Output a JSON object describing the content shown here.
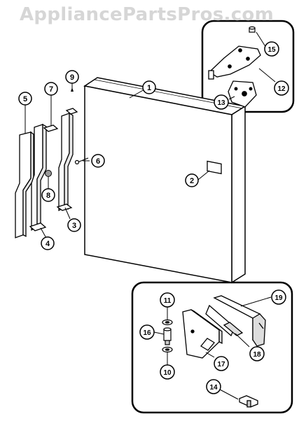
{
  "watermark": "AppliancePartsPros.com",
  "callouts": {
    "door_panel": "1",
    "nameplate": "2",
    "right_door_handle_trim": "3",
    "left_handle_clip": "4",
    "left_door_handle_trim": "5",
    "handle_screw": "6",
    "upper_clip": "7",
    "plug_button": "8",
    "pin_screw": "9",
    "bottom_washer": "10",
    "top_washer": "11",
    "upper_hinge": "12",
    "hinge_shim": "13",
    "door_stop": "14",
    "hinge_pin": "15",
    "hinge_bushing": "16",
    "lower_hinge": "17",
    "hinge_bracket": "18",
    "hinge_plate": "19"
  }
}
